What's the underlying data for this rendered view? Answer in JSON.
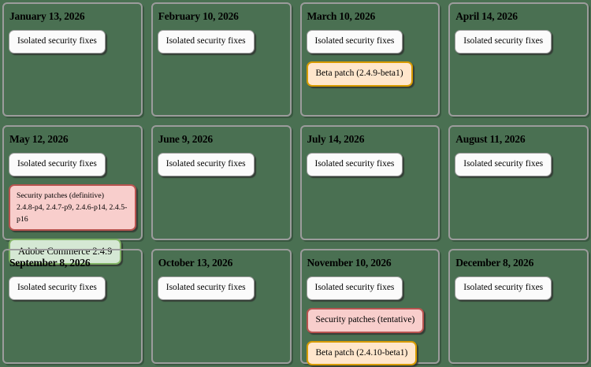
{
  "colors": {
    "page_background": "#4a7052",
    "card_border": "#9c9c9c",
    "badge_white_bg": "#fbfbfb",
    "badge_white_border": "#9a9a9a",
    "badge_orange_bg": "#ffe6cc",
    "badge_orange_border": "#d79b00",
    "badge_pink_bg": "#f8cecc",
    "badge_pink_border": "#b85450",
    "badge_green_bg": "#d5e8d4",
    "badge_green_border": "#82b366",
    "text": "#000000"
  },
  "months": [
    {
      "date": "January 13, 2026",
      "badges": [
        {
          "type": "isolated",
          "label": "Isolated security fixes"
        }
      ]
    },
    {
      "date": "February 10, 2026",
      "badges": [
        {
          "type": "isolated",
          "label": "Isolated security fixes"
        }
      ]
    },
    {
      "date": "March 10, 2026",
      "badges": [
        {
          "type": "isolated",
          "label": "Isolated security fixes"
        },
        {
          "type": "beta",
          "label": "Beta patch (2.4.9-beta1)"
        }
      ]
    },
    {
      "date": "April 14, 2026",
      "badges": [
        {
          "type": "isolated",
          "label": "Isolated security fixes"
        }
      ]
    },
    {
      "date": "May 12, 2026",
      "badges": [
        {
          "type": "isolated",
          "label": "Isolated security fixes"
        },
        {
          "type": "security-definitive",
          "lines": [
            "Security patches (definitive)",
            "2.4.8-p4, 2.4.7-p9, 2.4.6-p14, 2.4.5-p16"
          ]
        },
        {
          "type": "release",
          "label": "Adobe Commerce 2.4.9"
        }
      ]
    },
    {
      "date": "June 9, 2026",
      "badges": [
        {
          "type": "isolated",
          "label": "Isolated security fixes"
        }
      ]
    },
    {
      "date": "July 14, 2026",
      "badges": [
        {
          "type": "isolated",
          "label": "Isolated security fixes"
        }
      ]
    },
    {
      "date": "August 11, 2026",
      "badges": [
        {
          "type": "isolated",
          "label": "Isolated security fixes"
        }
      ]
    },
    {
      "date": "September 8, 2026",
      "badges": [
        {
          "type": "isolated",
          "label": "Isolated security fixes"
        }
      ]
    },
    {
      "date": "October 13, 2026",
      "badges": [
        {
          "type": "isolated",
          "label": "Isolated security fixes"
        }
      ]
    },
    {
      "date": "November 10, 2026",
      "badges": [
        {
          "type": "isolated",
          "label": "Isolated security fixes"
        },
        {
          "type": "security-tentative",
          "label": "Security patches (tentative)"
        },
        {
          "type": "beta",
          "label": "Beta patch (2.4.10-beta1)"
        }
      ]
    },
    {
      "date": "December 8, 2026",
      "badges": [
        {
          "type": "isolated",
          "label": "Isolated security fixes"
        }
      ]
    }
  ]
}
